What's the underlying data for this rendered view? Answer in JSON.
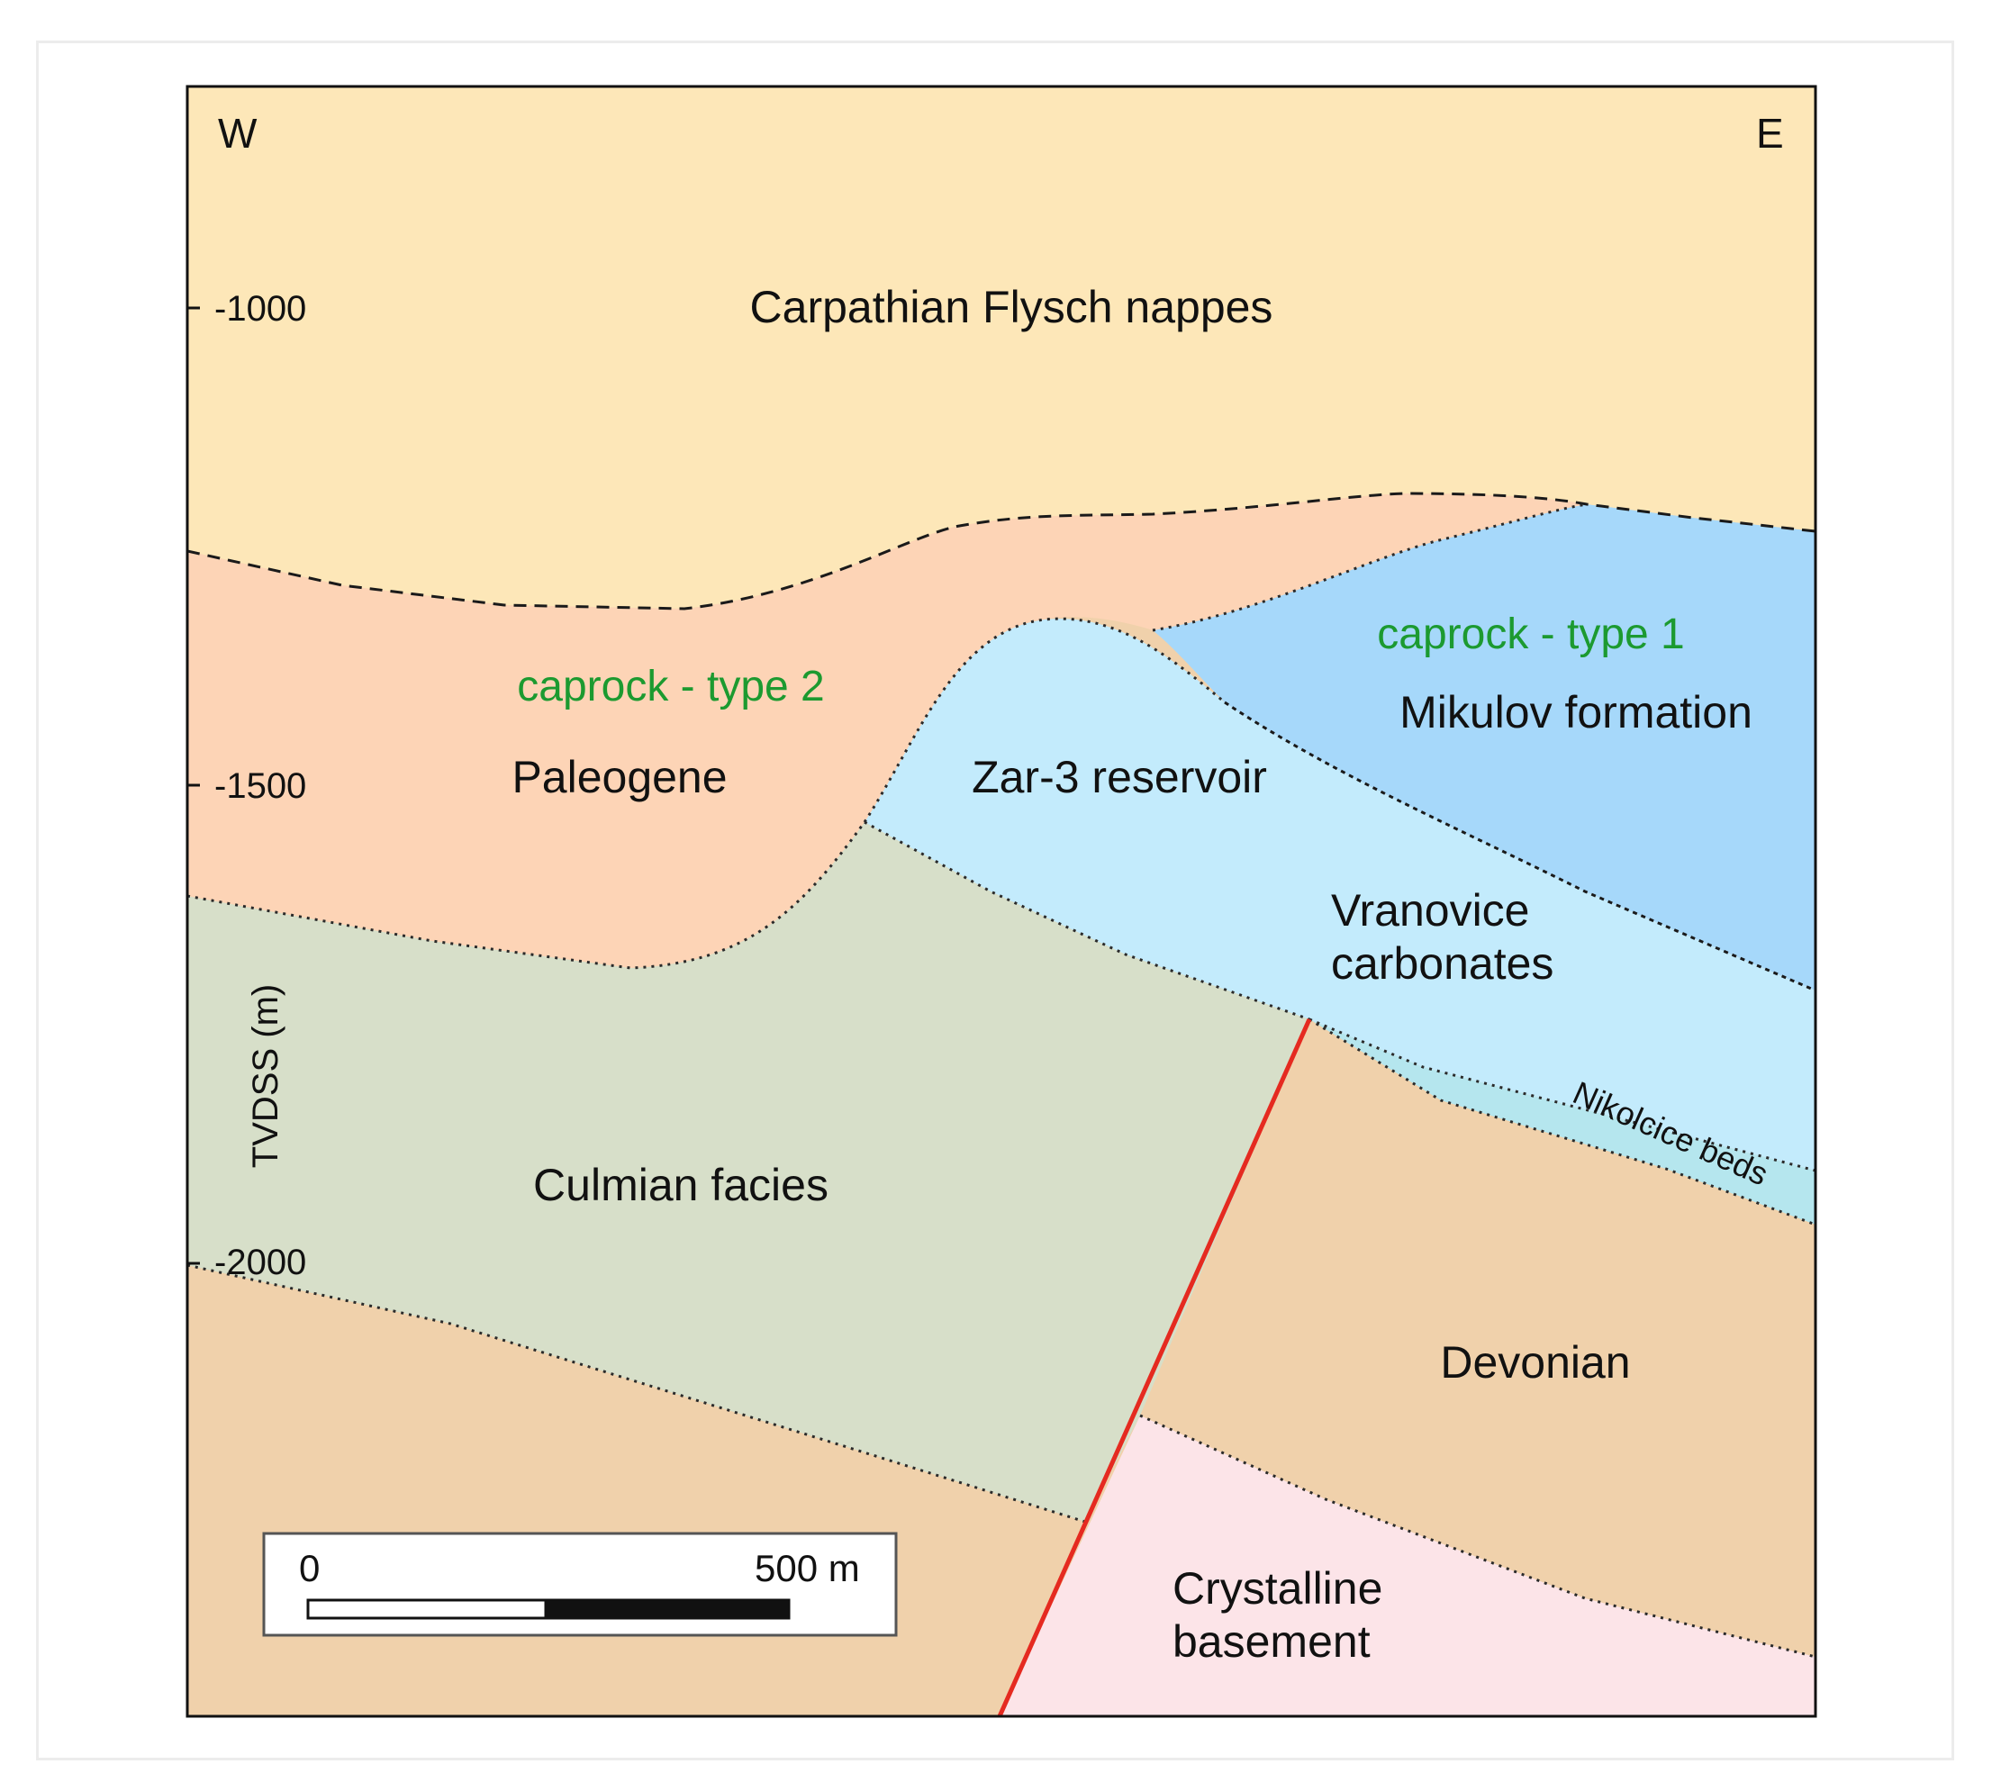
{
  "colors": {
    "flysch": "#fde7b8",
    "paleogene": "#fdd4b6",
    "mikulov": "#a6d8fa",
    "reservoir": "#c3ebfc",
    "nikolcice": "#b5e6ee",
    "culmian": "#d7dfc9",
    "devonian": "#f0d1ab",
    "basement": "#fce4e8",
    "fault": "#e52a20",
    "caprock_label": "#1c9a30",
    "reservoir_label": "#56aaf0"
  },
  "directions": {
    "west": "W",
    "east": "E"
  },
  "depth_axis": {
    "title": "TVDSS (m)",
    "ticks": [
      "-1000",
      "-1500",
      "-2000"
    ]
  },
  "units": {
    "flysch": "Carpathian Flysch nappes",
    "paleogene": "Paleogene",
    "caprock_type2": "caprock - type 2",
    "caprock_type1": "caprock - type 1",
    "mikulov": "Mikulov formation",
    "reservoir": "Zar-3 reservoir",
    "vranovice_line1": "Vranovice",
    "vranovice_line2": "carbonates",
    "nikolcice": "Nikolcice beds",
    "culmian": "Culmian facies",
    "devonian": "Devonian",
    "basement_line1": "Crystalline",
    "basement_line2": "basement"
  },
  "scale_bar": {
    "start_label": "0",
    "end_label": "500 m"
  }
}
